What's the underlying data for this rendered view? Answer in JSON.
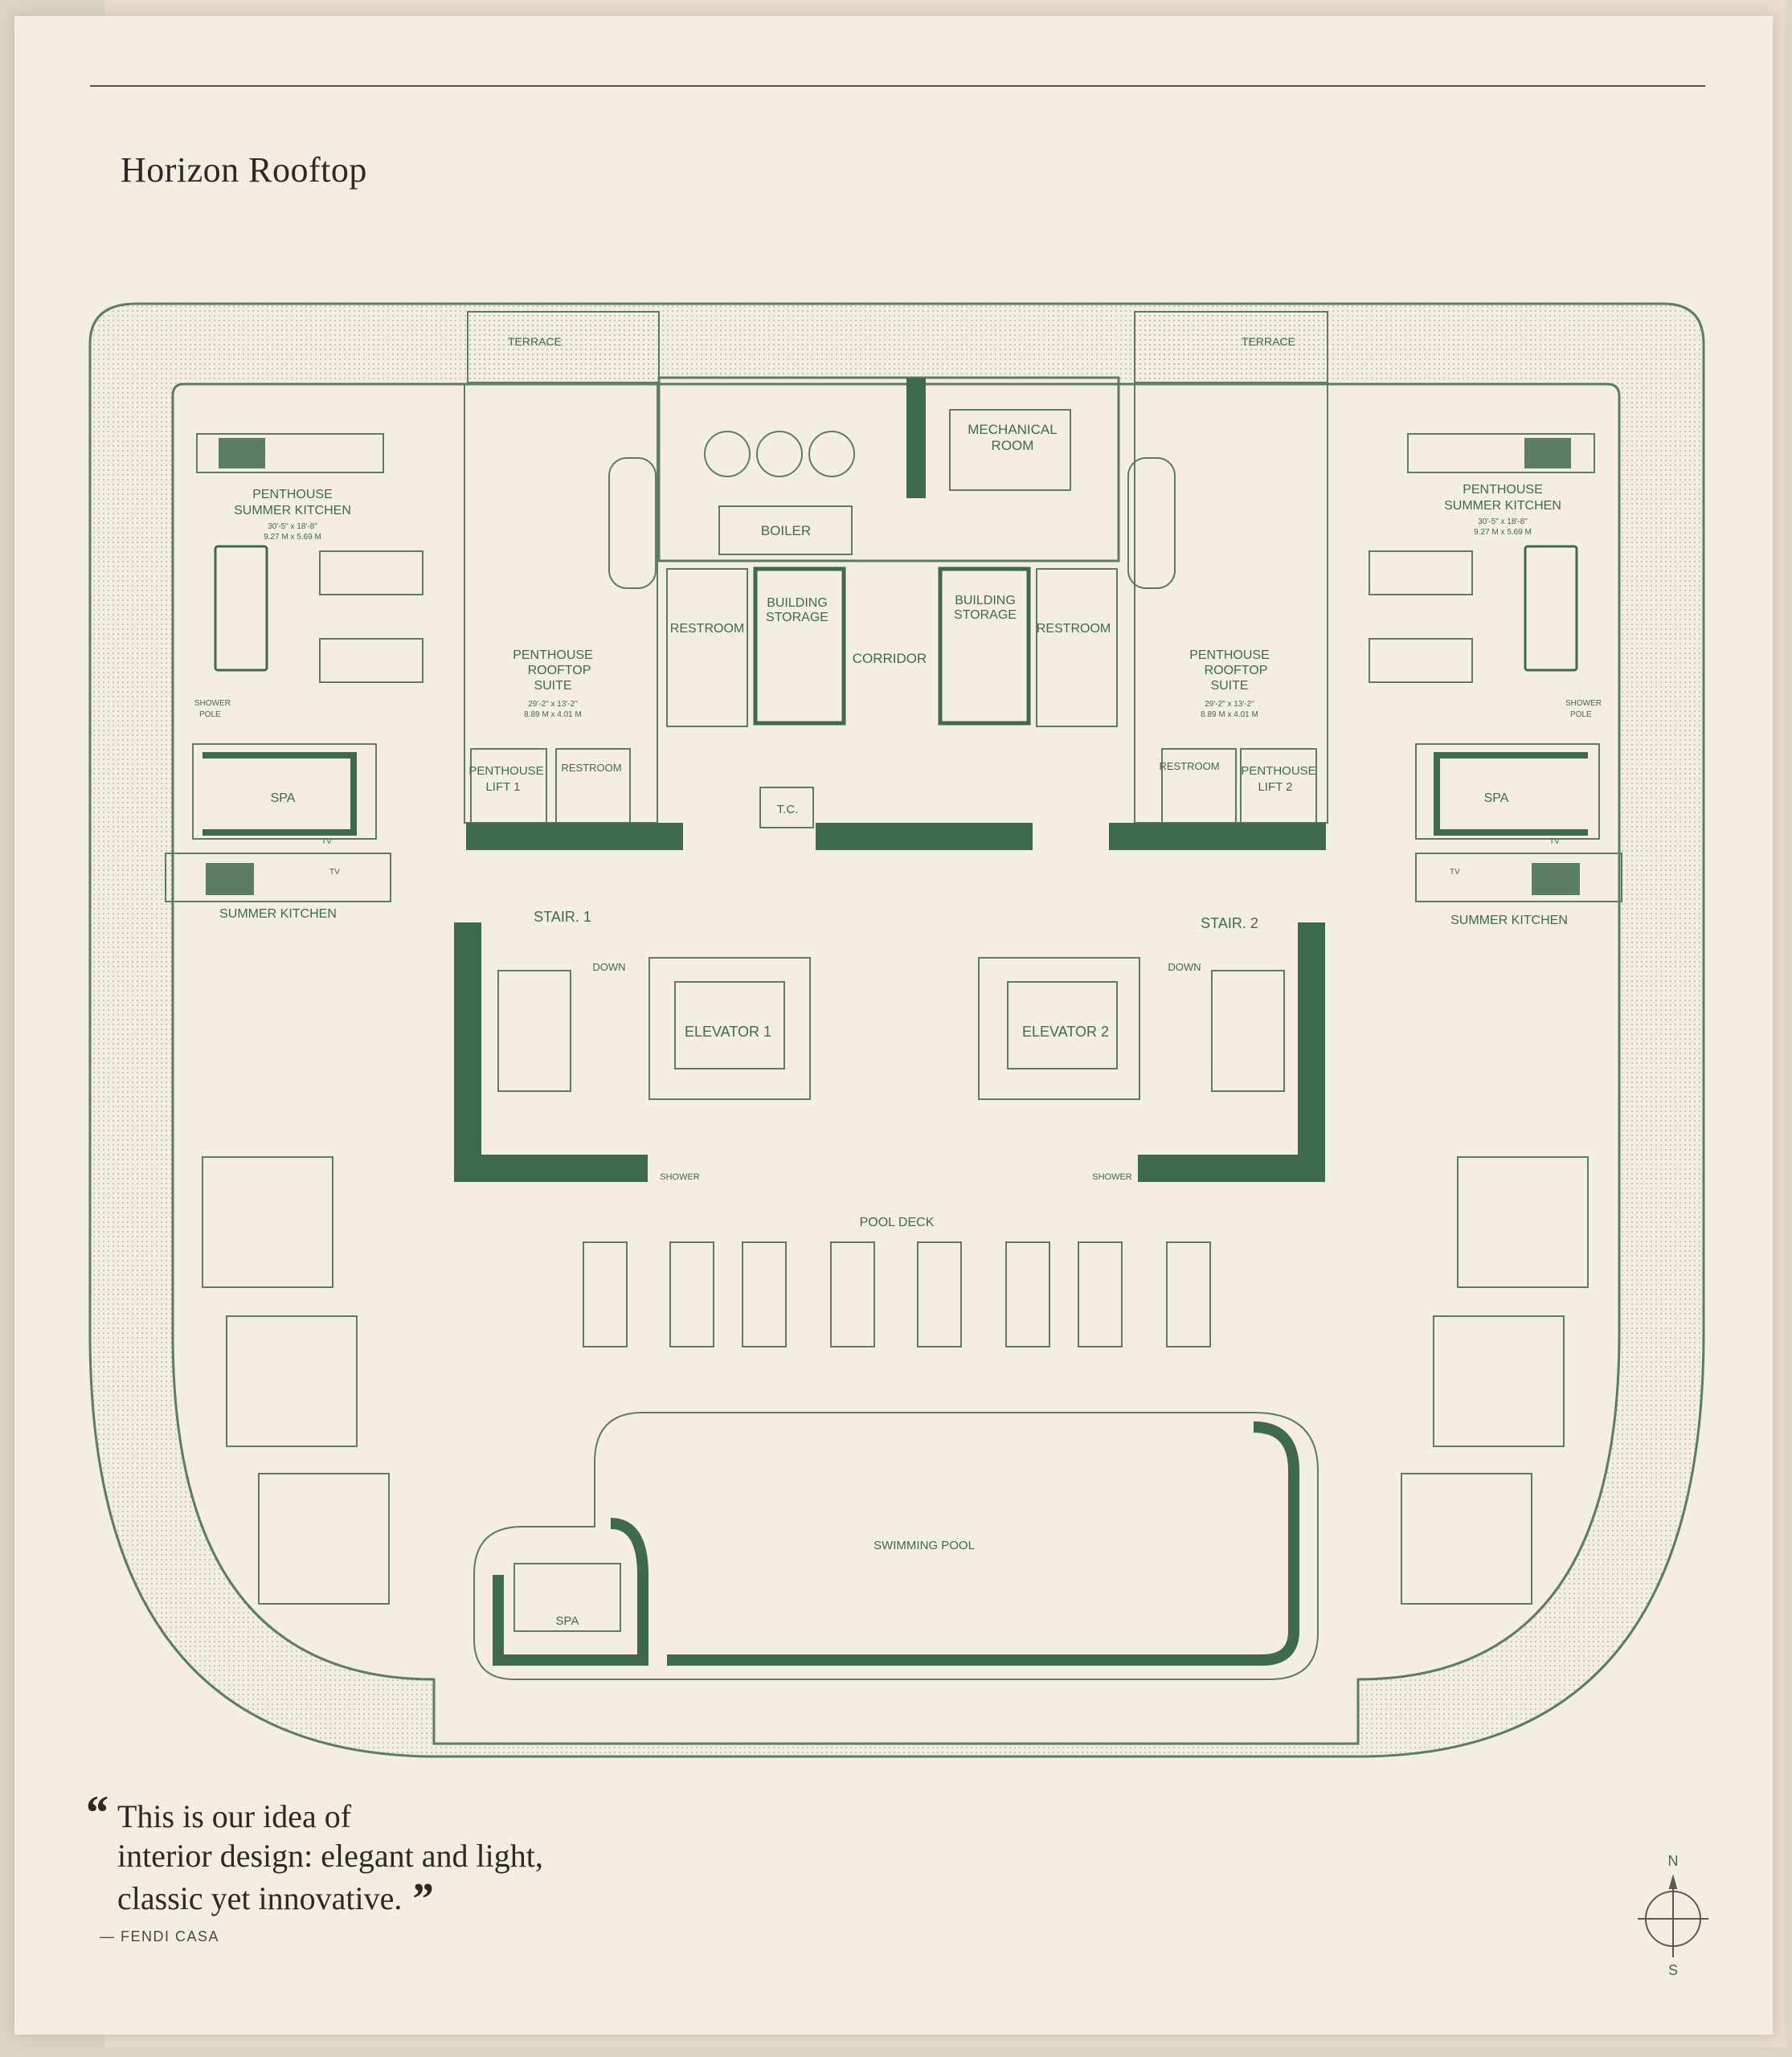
{
  "title": "Horizon Rooftop",
  "quote": {
    "line1": "This is our idea of",
    "line2": "interior design: elegant and light,",
    "line3": "classic yet innovative.",
    "attribution": "— FENDI CASA"
  },
  "compass": {
    "north": "N",
    "south": "S"
  },
  "colors": {
    "line": "#5a7d64",
    "wall": "#3e6a4b",
    "paper": "#f4ede2",
    "text": "#2c2a27"
  },
  "rooms": {
    "terrace_left": "TERRACE",
    "terrace_right": "TERRACE",
    "mechanical": [
      "MECHANICAL",
      "ROOM"
    ],
    "boiler": "BOILER",
    "building_storage_left": [
      "BUILDING",
      "STORAGE"
    ],
    "building_storage_right": [
      "BUILDING",
      "STORAGE"
    ],
    "restroom_left": "RESTROOM",
    "restroom_right": "RESTROOM",
    "corridor": "CORRIDOR",
    "penthouse_kitchen_left": [
      "PENTHOUSE",
      "SUMMER KITCHEN"
    ],
    "penthouse_kitchen_left_dims": [
      "30'-5\" x 18'-8\"",
      "9.27 M x 5.69 M"
    ],
    "penthouse_kitchen_right": [
      "PENTHOUSE",
      "SUMMER KITCHEN"
    ],
    "penthouse_kitchen_right_dims": [
      "30'-5\" x 18'-8\"",
      "9.27 M x 5.69 M"
    ],
    "suite_left": [
      "PENTHOUSE",
      "ROOFTOP",
      "SUITE"
    ],
    "suite_left_dims": [
      "29'-2\" x 13'-2\"",
      "8.89 M x 4.01 M"
    ],
    "suite_right": [
      "PENTHOUSE",
      "ROOFTOP",
      "SUITE"
    ],
    "suite_right_dims": [
      "29'-2\" x 13'-2\"",
      "8.89 M x 4.01 M"
    ],
    "shower_pole_left": [
      "SHOWER",
      "POLE"
    ],
    "shower_pole_right": [
      "SHOWER",
      "POLE"
    ],
    "lift_left": [
      "PENTHOUSE",
      "LIFT 1"
    ],
    "lift_right": [
      "PENTHOUSE",
      "LIFT 2"
    ],
    "restroom_small_left": "RESTROOM",
    "restroom_small_right": "RESTROOM",
    "spa_left": "SPA",
    "spa_right": "SPA",
    "tv_1": "TV",
    "tv_2": "TV",
    "tv_3": "TV",
    "tv_4": "TV",
    "summer_kitchen_left": "SUMMER KITCHEN",
    "summer_kitchen_right": "SUMMER KITCHEN",
    "tc": "T.C.",
    "stair_1": "STAIR. 1",
    "stair_2": "STAIR. 2",
    "down_1": "DOWN",
    "down_2": "DOWN",
    "elevator_1": "ELEVATOR 1",
    "elevator_2": "ELEVATOR 2",
    "shower_1": "SHOWER",
    "shower_2": "SHOWER",
    "pool_deck": "POOL DECK",
    "swimming_pool": "SWIMMING POOL",
    "spa_pool": "SPA"
  }
}
